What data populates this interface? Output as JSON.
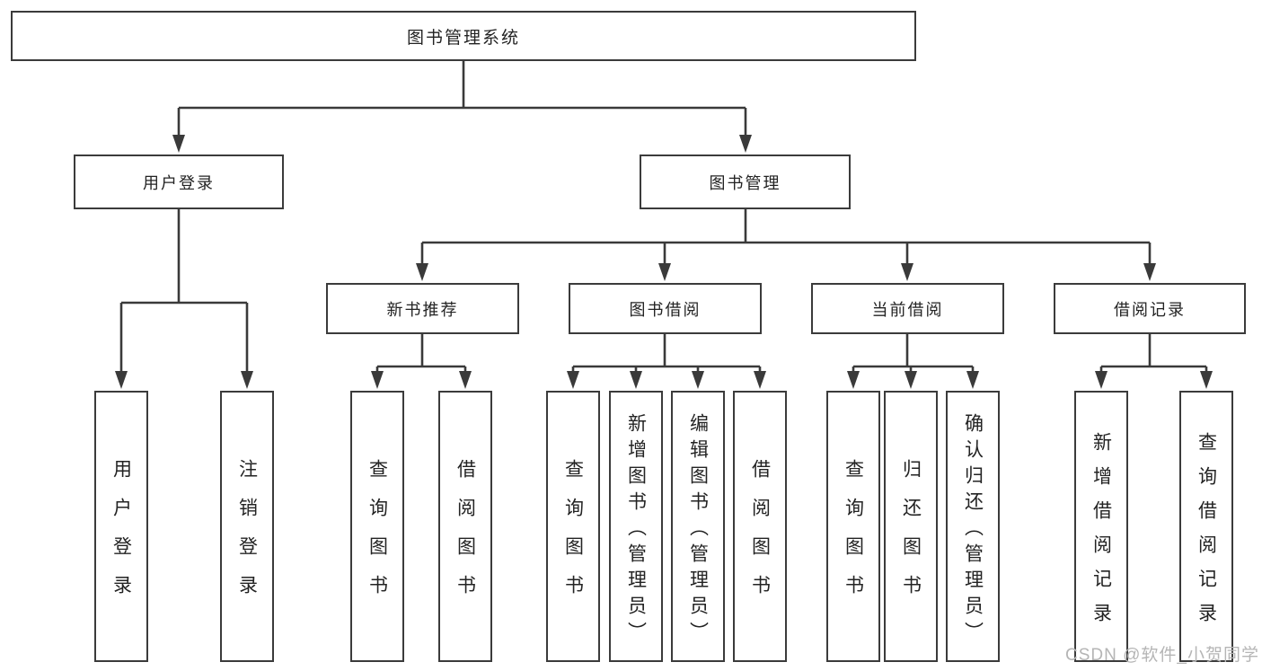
{
  "tree": {
    "label": "图书管理系统",
    "children": [
      {
        "label": "用户登录",
        "children": [
          {
            "label": "用户登录"
          },
          {
            "label": "注销登录"
          }
        ]
      },
      {
        "label": "图书管理",
        "children": [
          {
            "label": "新书推荐",
            "children": [
              {
                "label": "查询图书"
              },
              {
                "label": "借阅图书"
              }
            ]
          },
          {
            "label": "图书借阅",
            "children": [
              {
                "label": "查询图书"
              },
              {
                "label": "新增图书（管理员）"
              },
              {
                "label": "编辑图书（管理员）"
              },
              {
                "label": "借阅图书"
              }
            ]
          },
          {
            "label": "当前借阅",
            "children": [
              {
                "label": "查询图书"
              },
              {
                "label": "归还图书"
              },
              {
                "label": "确认归还（管理员）"
              }
            ]
          },
          {
            "label": "借阅记录",
            "children": [
              {
                "label": "新增借阅记录"
              },
              {
                "label": "查询借阅记录"
              }
            ]
          }
        ]
      }
    ]
  },
  "watermark": {
    "text": "CSDN @软件_小贺同学"
  },
  "colors": {
    "line": "#3a3a3a",
    "border": "#3b3b3b",
    "text": "#232323",
    "watermark": "#b5b5b5",
    "background": "#ffffff"
  }
}
